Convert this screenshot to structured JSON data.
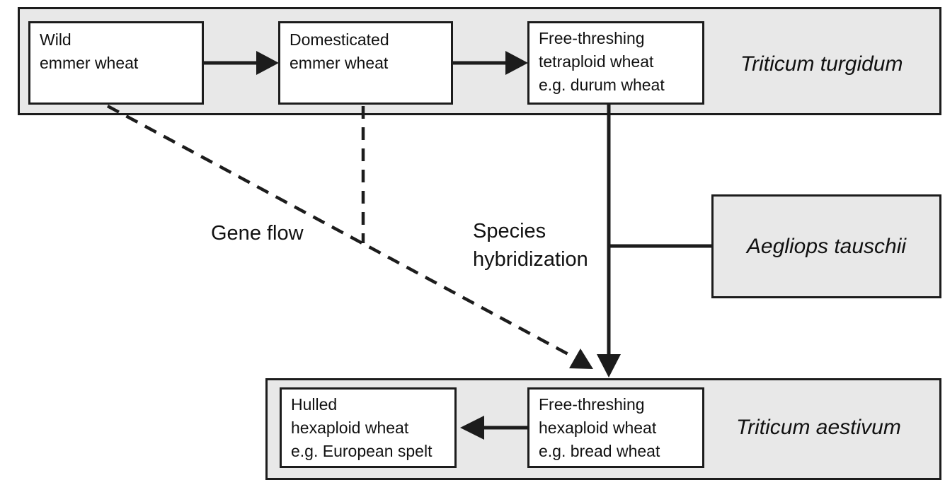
{
  "bands": {
    "turgidum": "Triticum turgidum",
    "aestivum": "Triticum aestivum",
    "tauschii": "Aegliops tauschii"
  },
  "boxes": {
    "wild": [
      "Wild",
      "emmer wheat"
    ],
    "domesticated": [
      "Domesticated",
      "emmer wheat"
    ],
    "tetraploid": [
      "Free-threshing",
      "tetraploid wheat",
      "e.g. durum wheat"
    ],
    "hulled": [
      "Hulled",
      "hexaploid wheat",
      "e.g. European spelt"
    ],
    "hexaploid": [
      "Free-threshing",
      "hexaploid wheat",
      "e.g. bread wheat"
    ]
  },
  "annotations": {
    "gene_flow": "Gene flow",
    "species_line1": "Species",
    "species_line2": "hybridization"
  },
  "colors": {
    "band_fill": "#e8e8e8",
    "box_fill": "#ffffff",
    "line": "#1c1c1c"
  }
}
